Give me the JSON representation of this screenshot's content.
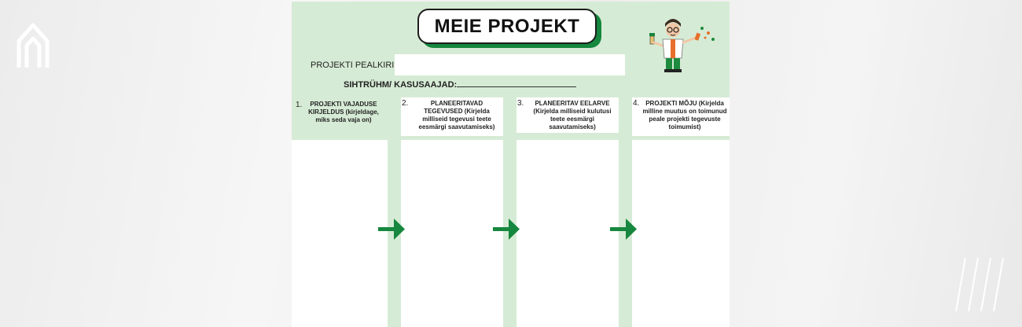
{
  "poster": {
    "title": "MEIE PROJEKT",
    "project_title_label": "PROJEKTI PEALKIRI",
    "project_title_value": "",
    "target_label": "SIHTRÜHM/ KASUSAAJAD:",
    "columns": [
      {
        "number": "1.",
        "heading": "PROJEKTI VAJADUSE KIRJELDUS (kirjeldage, miks seda vaja on)"
      },
      {
        "number": "2.",
        "heading": "PLANEERITAVAD TEGEVUSED (Kirjelda milliseid tegevusi teete eesmärgi saavutamiseks)"
      },
      {
        "number": "3.",
        "heading": "PLANEERITAV EELARVE (Kirjelda milliseid kulutusi teete eesmärgi saavutamiseks)"
      },
      {
        "number": "4.",
        "heading": "PROJEKTI MÕJU (Kirjelda milline muutus on toimunud peale projekti tegevuste toimumist)"
      }
    ]
  },
  "colors": {
    "poster_background": "#d6ebd5",
    "accent_green": "#16873e",
    "card_white": "#ffffff"
  },
  "icons": [
    "brand-logo-icon",
    "diagonal-slashes-icon",
    "right-arrow-icon",
    "scientist-illustration"
  ]
}
